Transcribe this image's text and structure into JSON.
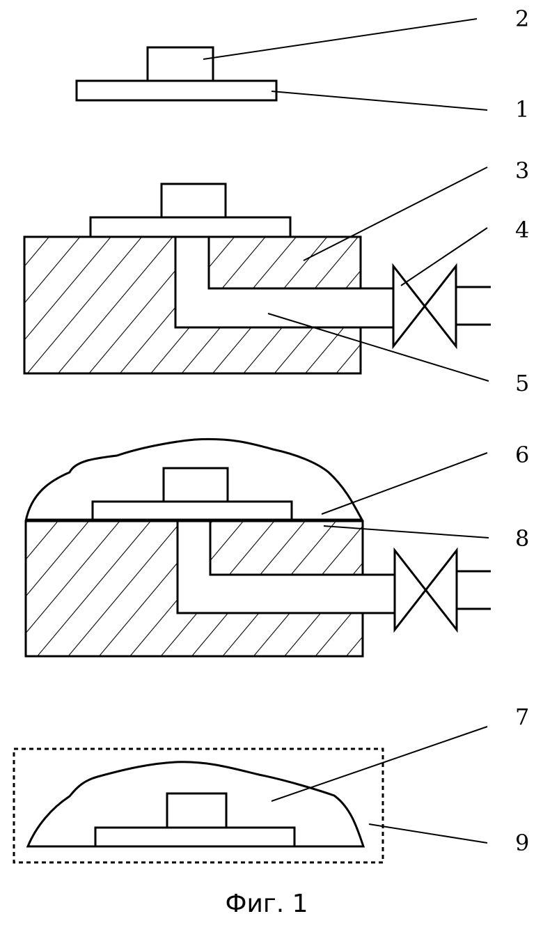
{
  "labels": {
    "n1": "1",
    "n2": "2",
    "n3": "3",
    "n4": "4",
    "n5": "5",
    "n6": "6",
    "n7": "7",
    "n8": "8",
    "n9": "9"
  },
  "caption": "Фиг. 1",
  "colors": {
    "ink": "#000000",
    "background": "#ffffff"
  }
}
